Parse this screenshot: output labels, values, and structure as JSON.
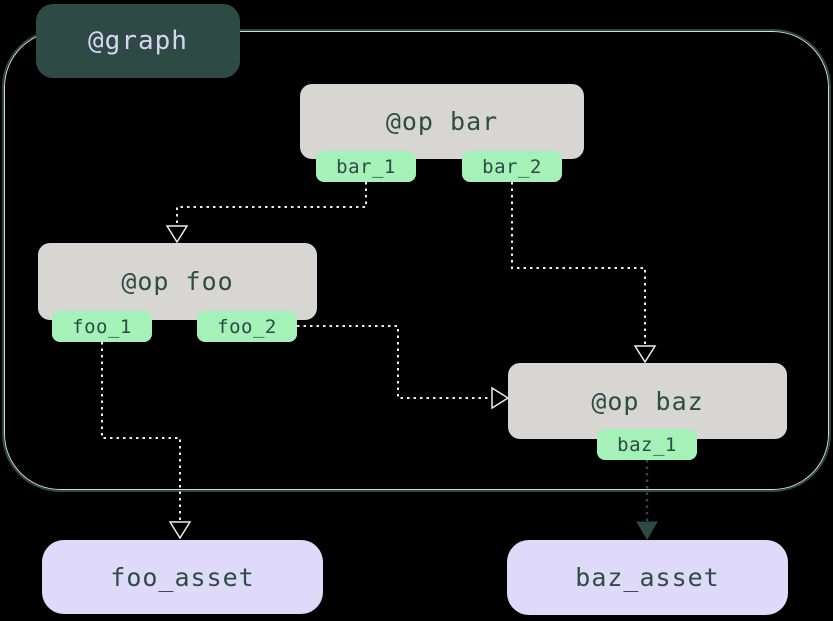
{
  "graph": {
    "label": "@graph"
  },
  "ops": {
    "bar": {
      "label": "@op bar",
      "outputs": [
        "bar_1",
        "bar_2"
      ]
    },
    "foo": {
      "label": "@op foo",
      "outputs": [
        "foo_1",
        "foo_2"
      ]
    },
    "baz": {
      "label": "@op baz",
      "outputs": [
        "baz_1"
      ]
    }
  },
  "assets": {
    "foo": {
      "label": "foo_asset"
    },
    "baz": {
      "label": "baz_asset"
    }
  },
  "edges": [
    {
      "from": "bar.bar_1",
      "to": "op foo",
      "style": "dotted-light"
    },
    {
      "from": "bar.bar_2",
      "to": "op baz",
      "style": "dotted-light"
    },
    {
      "from": "foo.foo_2",
      "to": "op baz",
      "style": "dotted-light"
    },
    {
      "from": "foo.foo_1",
      "to": "foo_asset",
      "style": "dotted-light"
    },
    {
      "from": "baz.baz_1",
      "to": "baz_asset",
      "style": "dotted-dark"
    }
  ],
  "colors": {
    "background": "#000000",
    "graph_border": "#2b4a41",
    "graph_label_bg": "#2d4b44",
    "graph_label_text": "#d8d4f4",
    "op_node_bg": "#d8d6d3",
    "op_text": "#2e4d44",
    "output_tab_bg": "#a4f2b8",
    "asset_bg": "#dfdaf9",
    "edge_light": "#ededed",
    "edge_dark": "#2d4b43"
  }
}
